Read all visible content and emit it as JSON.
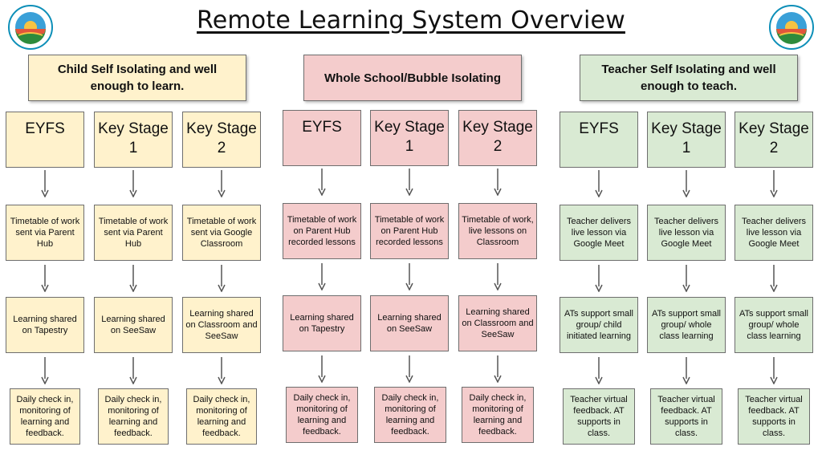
{
  "title": "Remote Learning System Overview",
  "logo_left": "logo",
  "logo_right": "logo",
  "columns": [
    {
      "color": "#fff2cc",
      "header": "Child Self Isolating and well enough to learn.",
      "stages": [
        {
          "label": "EYFS",
          "timetable": "Timetable of work sent via Parent Hub",
          "learning": "Learning shared on Tapestry",
          "check": "Daily check in, monitoring of learning and feedback."
        },
        {
          "label": "Key Stage 1",
          "timetable": "Timetable of work sent via Parent Hub",
          "learning": "Learning shared on SeeSaw",
          "check": "Daily check in, monitoring of learning and feedback."
        },
        {
          "label": "Key Stage 2",
          "timetable": "Timetable of work sent via Google Classroom",
          "learning": "Learning shared on Classroom and SeeSaw",
          "check": "Daily check in, monitoring of learning and feedback."
        }
      ]
    },
    {
      "color": "#f4cccc",
      "header": "Whole School/Bubble Isolating",
      "stages": [
        {
          "label": "EYFS",
          "timetable": "Timetable of work on Parent Hub recorded lessons",
          "learning": "Learning shared on Tapestry",
          "check": "Daily check in, monitoring of learning and feedback."
        },
        {
          "label": "Key Stage 1",
          "timetable": "Timetable of work on Parent Hub recorded lessons",
          "learning": "Learning shared on SeeSaw",
          "check": "Daily check in, monitoring of learning and feedback."
        },
        {
          "label": "Key Stage 2",
          "timetable": "Timetable of work, live lessons on Classroom",
          "learning": "Learning shared on Classroom and SeeSaw",
          "check": "Daily check in, monitoring of learning and feedback."
        }
      ]
    },
    {
      "color": "#d9ead3",
      "header": "Teacher Self Isolating and well enough to teach.",
      "stages": [
        {
          "label": "EYFS",
          "timetable": "Teacher delivers live lesson via Google Meet",
          "learning": "ATs support small group/ child initiated learning",
          "check": "Teacher virtual feedback. AT supports  in class."
        },
        {
          "label": "Key Stage 1",
          "timetable": "Teacher delivers live lesson via Google Meet",
          "learning": "ATs support small group/ whole class learning",
          "check": "Teacher virtual feedback. AT supports  in class."
        },
        {
          "label": "Key Stage 2",
          "timetable": "Teacher delivers live lesson via Google Meet",
          "learning": "ATs support small group/ whole class learning",
          "check": "Teacher virtual feedback. AT supports  in class."
        }
      ]
    }
  ]
}
